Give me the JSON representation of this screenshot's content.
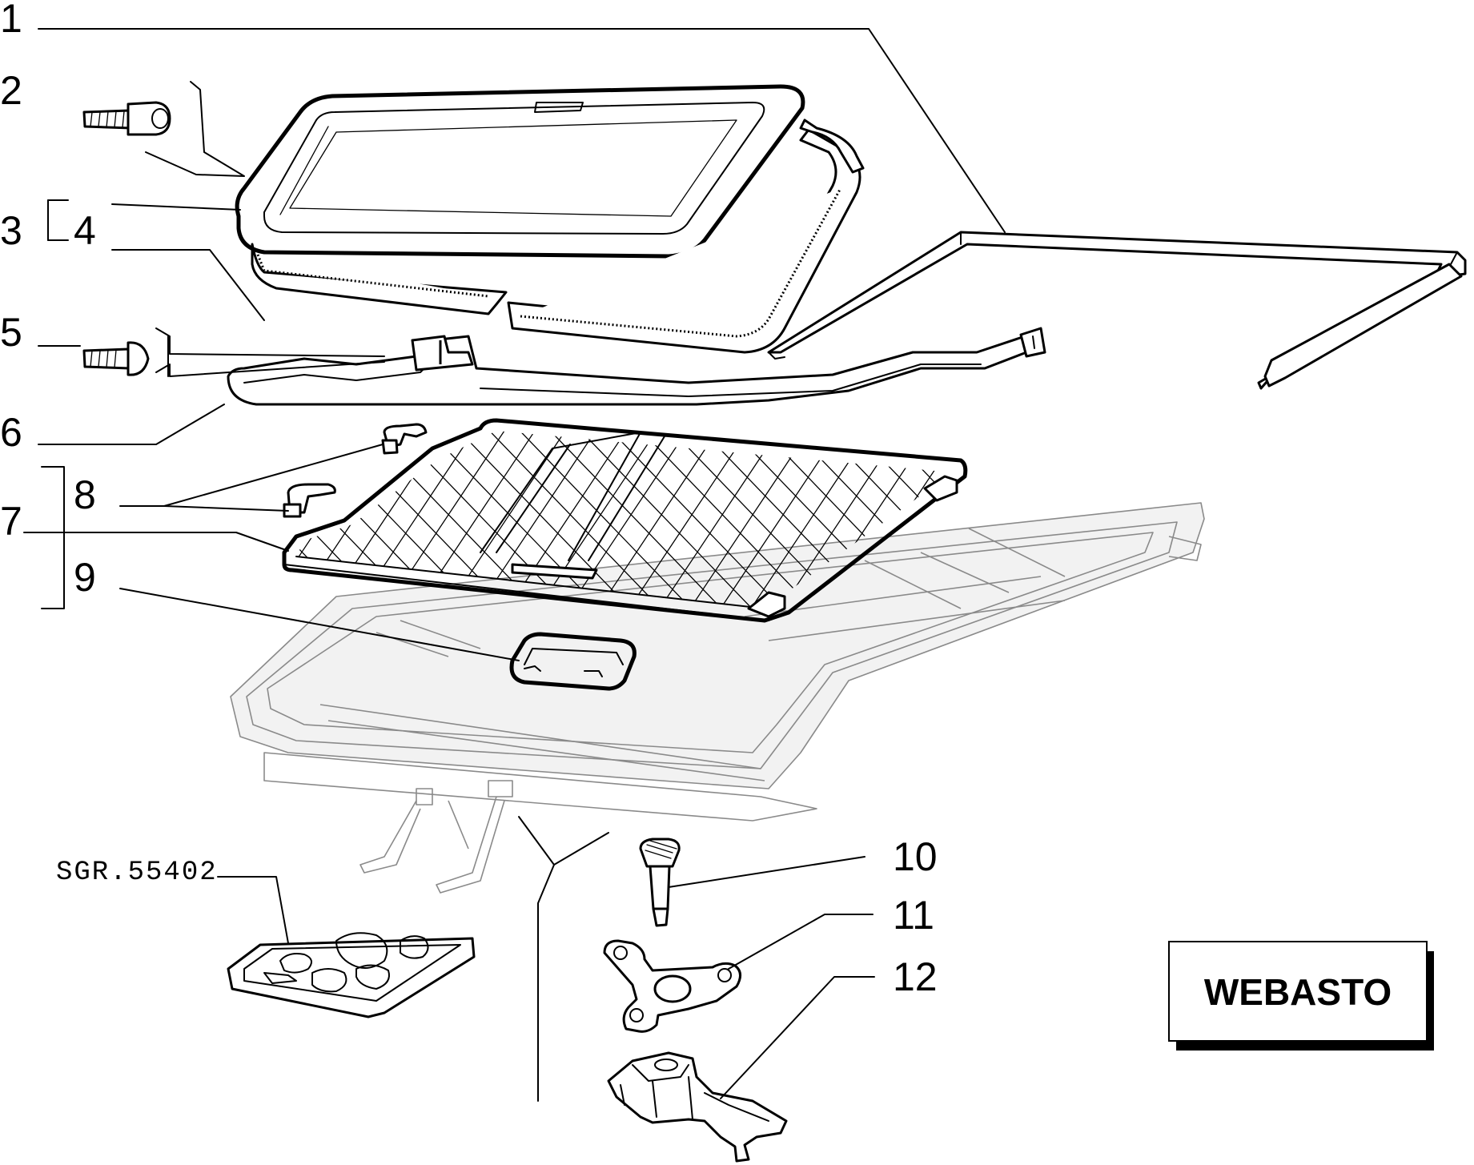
{
  "diagram": {
    "callouts": [
      "1",
      "2",
      "3",
      "4",
      "5",
      "6",
      "7",
      "8",
      "9",
      "10",
      "11",
      "12"
    ],
    "reference_label": "SGR.55402",
    "brand_label": "WEBASTO"
  }
}
